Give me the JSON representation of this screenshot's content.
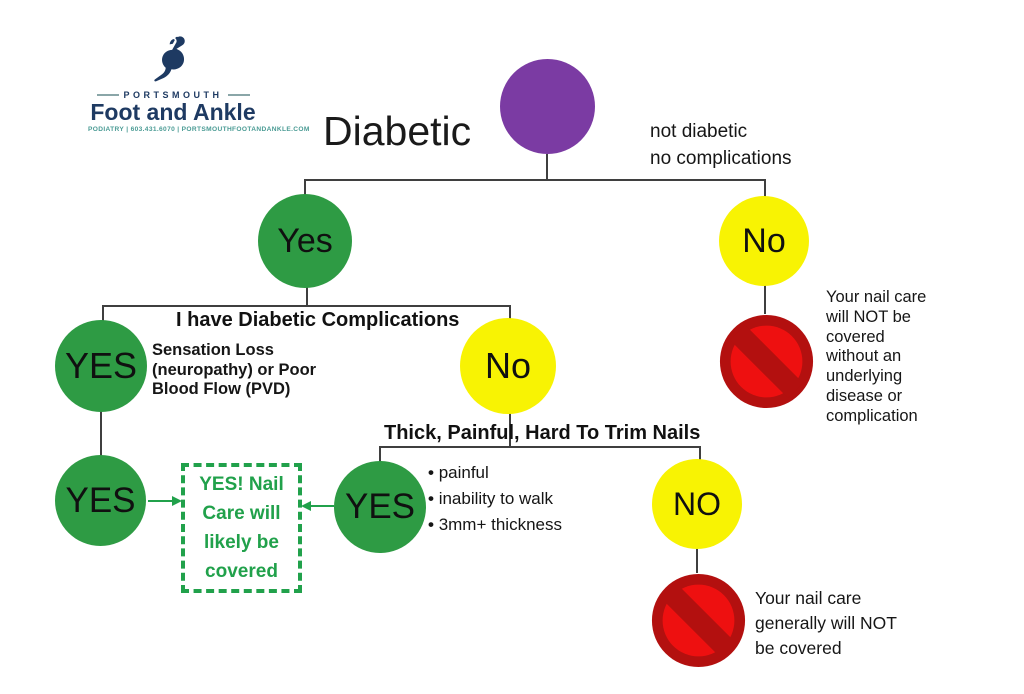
{
  "logo": {
    "brand": "PORTSMOUTH",
    "title": "Foot and Ankle",
    "tagline": "PODIATRY | 603.431.6070 | PORTSMOUTHFOOTANDANKLE.COM"
  },
  "header": {
    "title": "Diabetic",
    "root_note": "not diabetic\nno complications"
  },
  "nodes": {
    "level2_yes": "Yes",
    "level2_no": "No",
    "level3_yes": "YES",
    "level3_no": "No",
    "level4_yes_left": "YES",
    "level4_yes_mid": "YES",
    "level4_no": "NO"
  },
  "branch_labels": {
    "complications": "I have Diabetic Complications",
    "nails": "Thick, Painful, Hard To Trim Nails"
  },
  "notes": {
    "complication_types": "Sensation Loss\n(neuropathy) or Poor\nBlood Flow (PVD)",
    "not_covered_top": "Your nail care\nwill NOT be\ncovered\nwithout an\nunderlying\ndisease or\ncomplication",
    "not_covered_bottom": "Your nail care\ngenerally will NOT\nbe covered"
  },
  "bullets": [
    "painful",
    "inability to walk",
    "3mm+ thickness"
  ],
  "outcome_box": "YES! Nail\nCare will\nlikely be\ncovered",
  "colors": {
    "purple": "#7b3ba3",
    "green": "#2e9b44",
    "yellow": "#f8f303",
    "outcome_green": "#21a14b",
    "no_sign_dark_red": "#b3100f",
    "no_sign_bright_red": "#ee1010",
    "connector": "#3f3f3f",
    "logo_navy": "#1e3a62",
    "logo_teal": "#4a9b94"
  }
}
